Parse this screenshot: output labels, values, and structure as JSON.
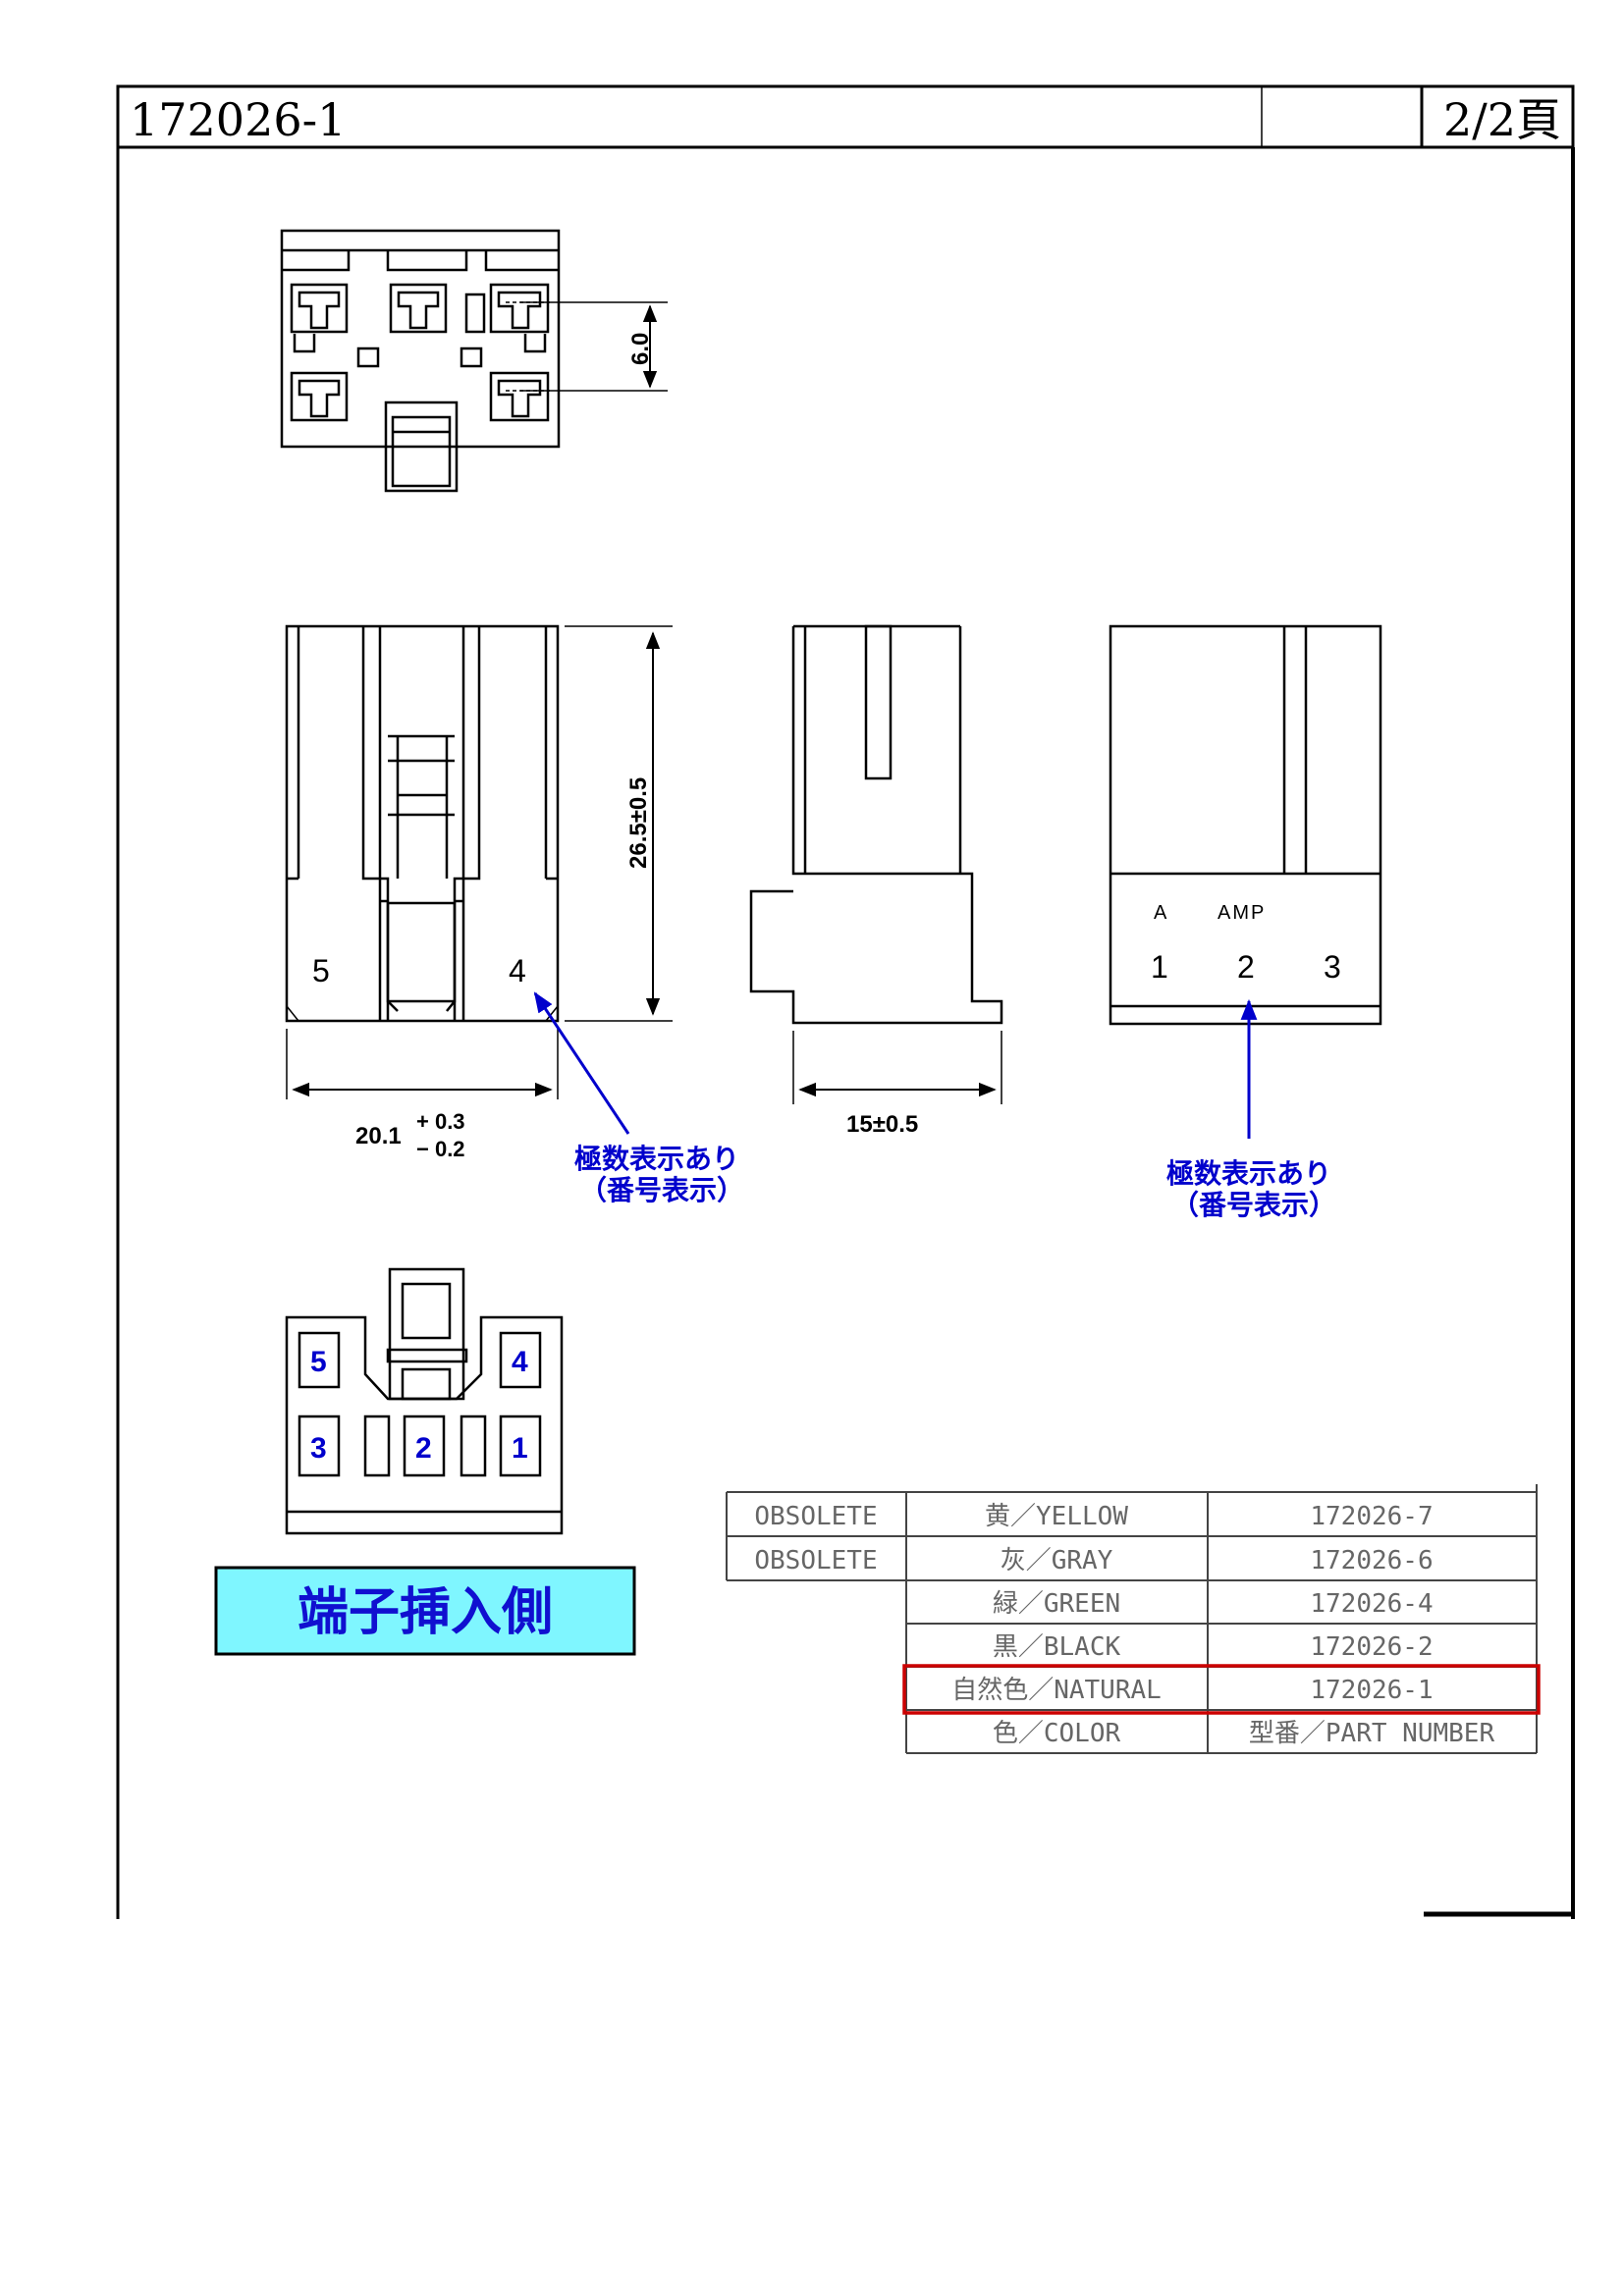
{
  "header": {
    "drawing_number": "172026-1",
    "page": "2/2頁"
  },
  "dimensions": {
    "pitch": "6.0",
    "height": "26.5±0.5",
    "width_nominal": "20.1",
    "width_tol_plus": "+ 0.3",
    "width_tol_minus": "− 0.2",
    "depth": "15±0.5"
  },
  "front_view": {
    "pin_left": "5",
    "pin_right": "4"
  },
  "end_view": {
    "marking_a": "A",
    "marking_amp": "AMP",
    "pins": [
      "1",
      "2",
      "3"
    ]
  },
  "notes": {
    "pole_marking_line1": "極数表示あり",
    "pole_marking_line2": "（番号表示）"
  },
  "mating_face": {
    "pins": [
      "5",
      "4",
      "3",
      "2",
      "1"
    ],
    "label": "端子挿入側"
  },
  "color_table": {
    "highlight_color": "#cc0000",
    "rows": [
      {
        "status": "OBSOLETE",
        "color": "黄／YELLOW",
        "part": "172026-7"
      },
      {
        "status": "OBSOLETE",
        "color": "灰／GRAY",
        "part": "172026-6"
      },
      {
        "status": "",
        "color": "緑／GREEN",
        "part": "172026-4"
      },
      {
        "status": "",
        "color": "黒／BLACK",
        "part": "172026-2"
      },
      {
        "status": "",
        "color": "自然色／NATURAL",
        "part": "172026-1"
      },
      {
        "status": "",
        "color": "色／COLOR",
        "part": "型番／PART NUMBER"
      }
    ]
  }
}
